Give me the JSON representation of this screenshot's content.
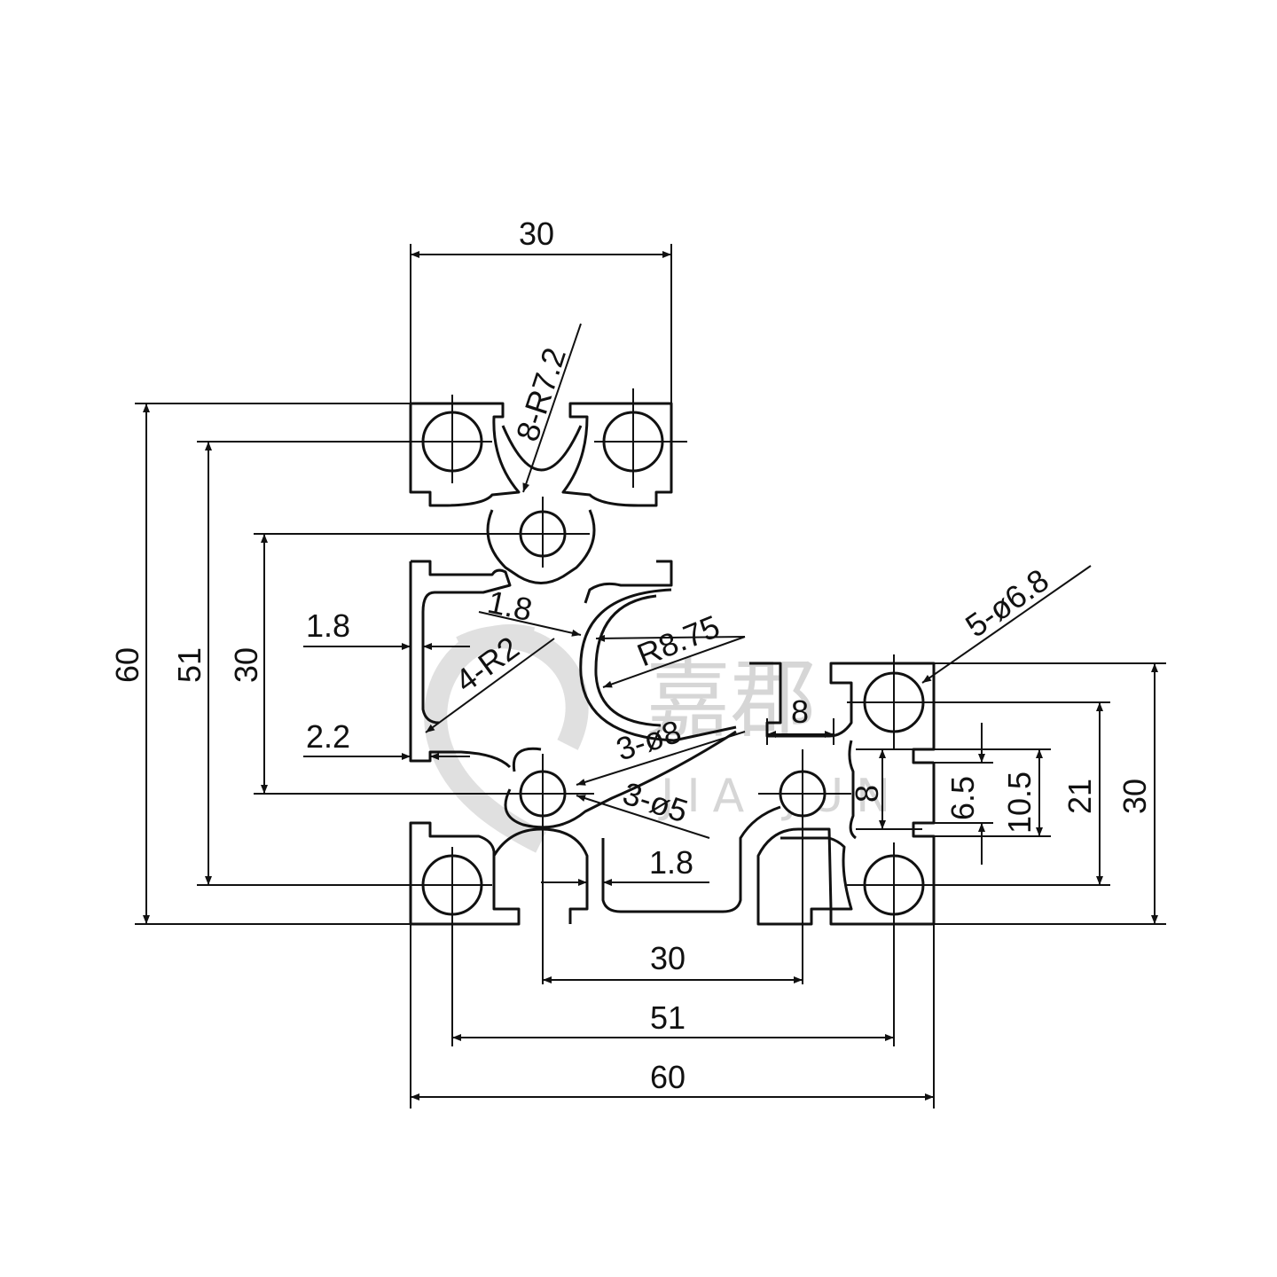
{
  "drawing": {
    "colors": {
      "line": "#111111",
      "background": "#ffffff",
      "watermark": "#cfcfcf"
    },
    "watermark": {
      "cjk": "嘉郡",
      "latin": "JIA JUN",
      "logo_icon": "swirl-logo-icon"
    },
    "labels": {
      "top_width": "30",
      "left_height_60": "60",
      "left_height_51": "51",
      "left_height_30": "30",
      "callout_8r72": "8-R7.2",
      "callout_1_8_upper": "1.8",
      "callout_r875": "R8.75",
      "callout_5d68": "5-ø6.8",
      "left_1_8": "1.8",
      "callout_4r2": "4-R2",
      "left_2_2": "2.2",
      "callout_3d8": "3-ø8",
      "callout_3d5": "3-ø5",
      "slot_width_8": "8",
      "slot_height_8": "8",
      "dim_6_5": "6.5",
      "dim_10_5": "10.5",
      "right_21": "21",
      "right_30": "30",
      "bottom_1_8": "1.8",
      "bottom_30": "30",
      "bottom_51": "51",
      "bottom_60": "60"
    }
  }
}
